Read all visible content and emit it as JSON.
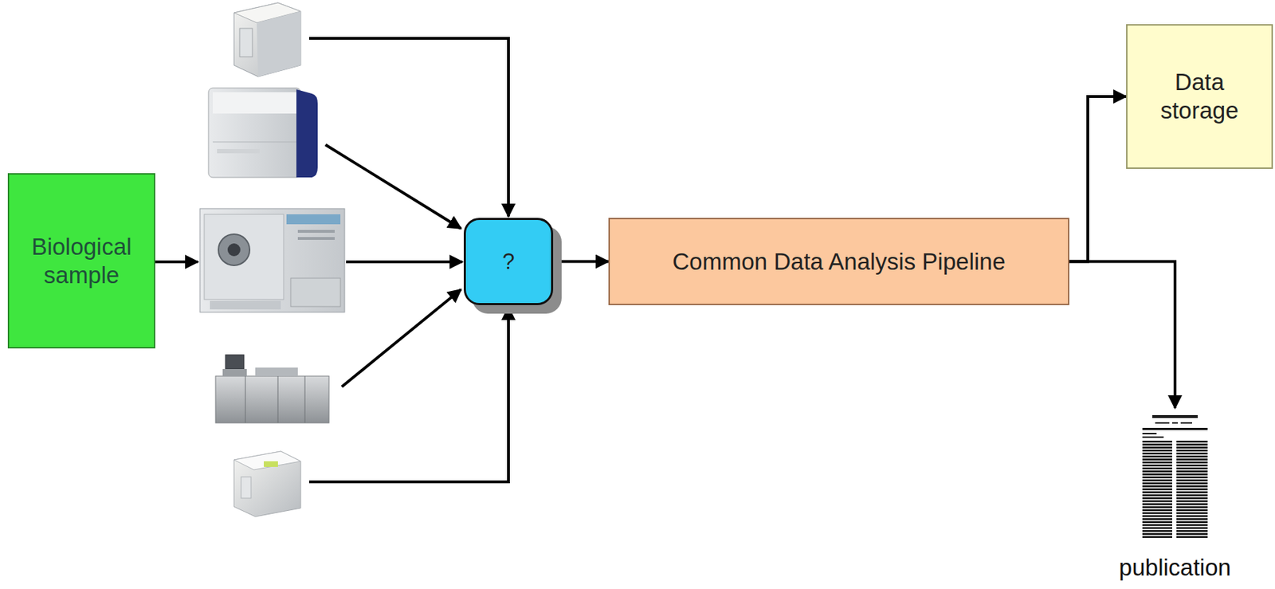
{
  "diagram": {
    "nodes": [
      {
        "text": [
          "Biological sample"
        ]
      },
      {
        "text": [
          "?"
        ]
      },
      {
        "text": [
          "Common Data Analysis Pipeline"
        ]
      },
      {
        "text": [
          "Data storage"
        ]
      },
      {
        "text": [
          "publication"
        ]
      }
    ],
    "edges": [
      {
        "from": 1,
        "to": 2,
        "arrow": "to"
      },
      {
        "from": 2,
        "to": 3,
        "arrow": "to"
      },
      {
        "from": 2,
        "to": 4,
        "arrow": "to"
      }
    ]
  }
}
